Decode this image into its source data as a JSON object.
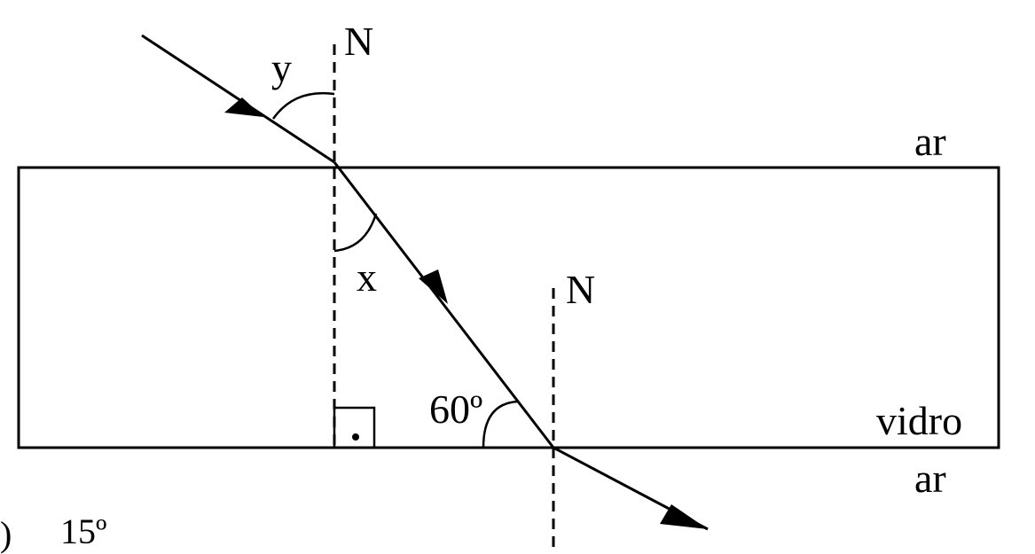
{
  "diagram": {
    "labels": {
      "normal_top": "N",
      "normal_bottom": "N",
      "angle_incidence": "y",
      "angle_refraction": "x",
      "angle_bottom": "60º",
      "medium_top": "ar",
      "medium_glass": "vidro",
      "medium_bottom": "ar"
    },
    "option": {
      "marker": ")",
      "value": "15º"
    }
  }
}
